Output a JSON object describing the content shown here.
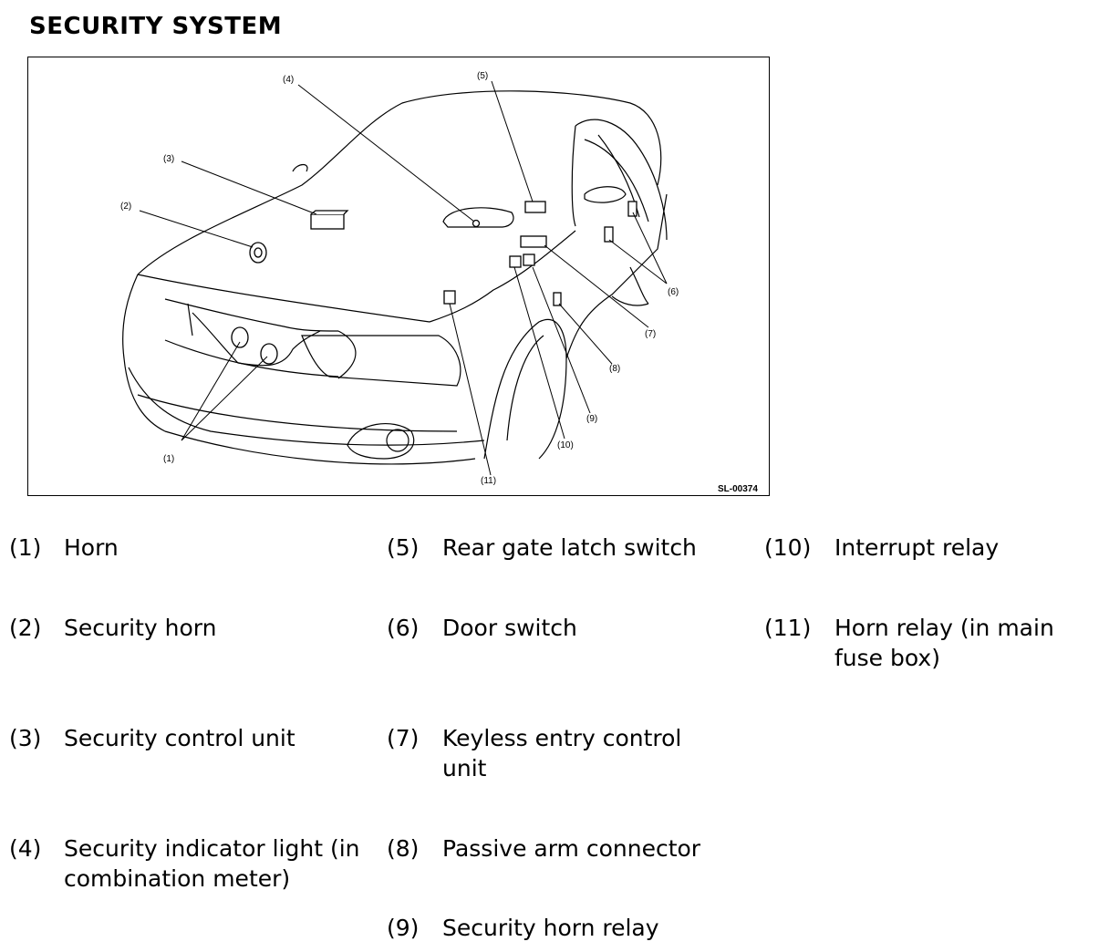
{
  "title": "SECURITY SYSTEM",
  "figure": {
    "code": "SL-00374",
    "callouts": [
      "(1)",
      "(2)",
      "(3)",
      "(4)",
      "(5)",
      "(6)",
      "(7)",
      "(8)",
      "(9)",
      "(10)",
      "(11)"
    ]
  },
  "legend": [
    {
      "num": "(1)",
      "text": "Horn"
    },
    {
      "num": "(2)",
      "text": "Security horn"
    },
    {
      "num": "(3)",
      "text": "Security control unit"
    },
    {
      "num": "(4)",
      "text": "Security indicator light (in combination meter)"
    },
    {
      "num": "(5)",
      "text": "Rear gate latch switch"
    },
    {
      "num": "(6)",
      "text": "Door switch"
    },
    {
      "num": "(7)",
      "text": "Keyless entry control unit"
    },
    {
      "num": "(8)",
      "text": "Passive arm connector"
    },
    {
      "num": "(9)",
      "text": "Security horn relay"
    },
    {
      "num": "(10)",
      "text": "Interrupt relay"
    },
    {
      "num": "(11)",
      "text": "Horn relay (in main fuse box)"
    }
  ]
}
